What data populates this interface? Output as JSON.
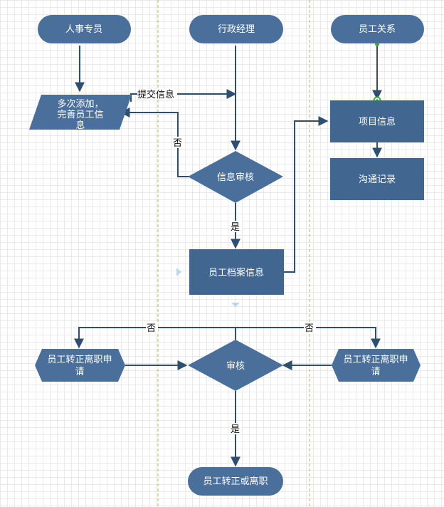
{
  "lanes": {
    "hr_specialist": "人事专员",
    "admin_manager": "行政经理",
    "employee_relations": "员工关系"
  },
  "nodes": {
    "add_info": [
      "多次添加，",
      "完善员工信",
      "息"
    ],
    "info_review": "信息审核",
    "project_info": "项目信息",
    "communication_record": "沟通记录",
    "employee_file": "员工档案信息",
    "review": "审核",
    "request_left": [
      "员工转正离职申",
      "请"
    ],
    "request_right": [
      "员工转正离职申",
      "请"
    ],
    "result": "员工转正或离职"
  },
  "edges": {
    "submit_info": "提交信息",
    "no_info": "否",
    "yes_info": "是",
    "no_left": "否",
    "no_right": "否",
    "yes_final": "是"
  },
  "colors": {
    "node": "#4a6f9a",
    "connector": "#2f4f70",
    "lane_divider": "#b5b56a",
    "grid": "#e9e9e9"
  }
}
